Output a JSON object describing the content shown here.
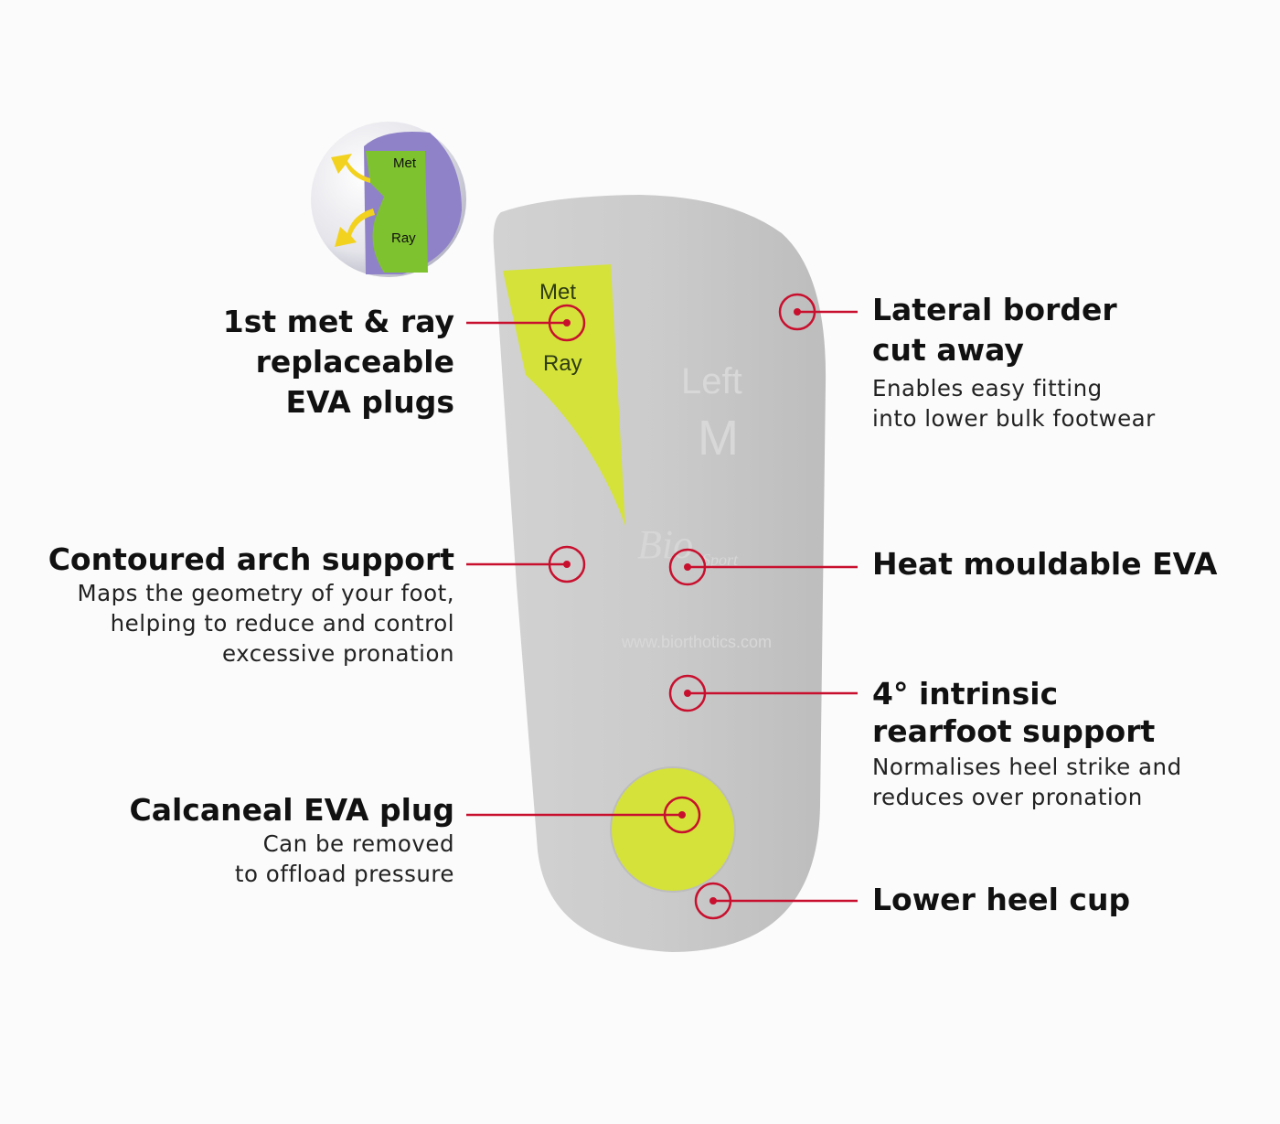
{
  "colors": {
    "accent_red": "#c8102e",
    "plug_yellow": "#d4e23a",
    "insole_grey": "#c9c9c9"
  },
  "insole": {
    "plug_labels": [
      "Met",
      "Ray"
    ],
    "embossed": [
      "Left",
      "M",
      "Bio",
      "Sport",
      "www.biorthotics.com"
    ],
    "inset_labels": [
      "Met",
      "Ray"
    ]
  },
  "callouts": {
    "met_ray": {
      "title_lines": [
        "1st met & ray",
        "replaceable",
        "EVA plugs"
      ]
    },
    "arch": {
      "title": "Contoured arch support",
      "desc_lines": [
        "Maps the geometry of your foot,",
        "helping to reduce and control",
        "excessive pronation"
      ]
    },
    "calcaneal": {
      "title": "Calcaneal EVA plug",
      "desc_lines": [
        "Can be removed",
        "to offload pressure"
      ]
    },
    "lateral": {
      "title_lines": [
        "Lateral border",
        "cut away"
      ],
      "desc_lines": [
        "Enables easy fitting",
        "into lower bulk footwear"
      ]
    },
    "heat": {
      "title": "Heat mouldable EVA"
    },
    "rearfoot": {
      "title_lines": [
        "4° intrinsic",
        "rearfoot support"
      ],
      "desc_lines": [
        "Normalises heel strike and",
        "reduces over pronation"
      ]
    },
    "heel_cup": {
      "title": "Lower heel cup"
    }
  }
}
